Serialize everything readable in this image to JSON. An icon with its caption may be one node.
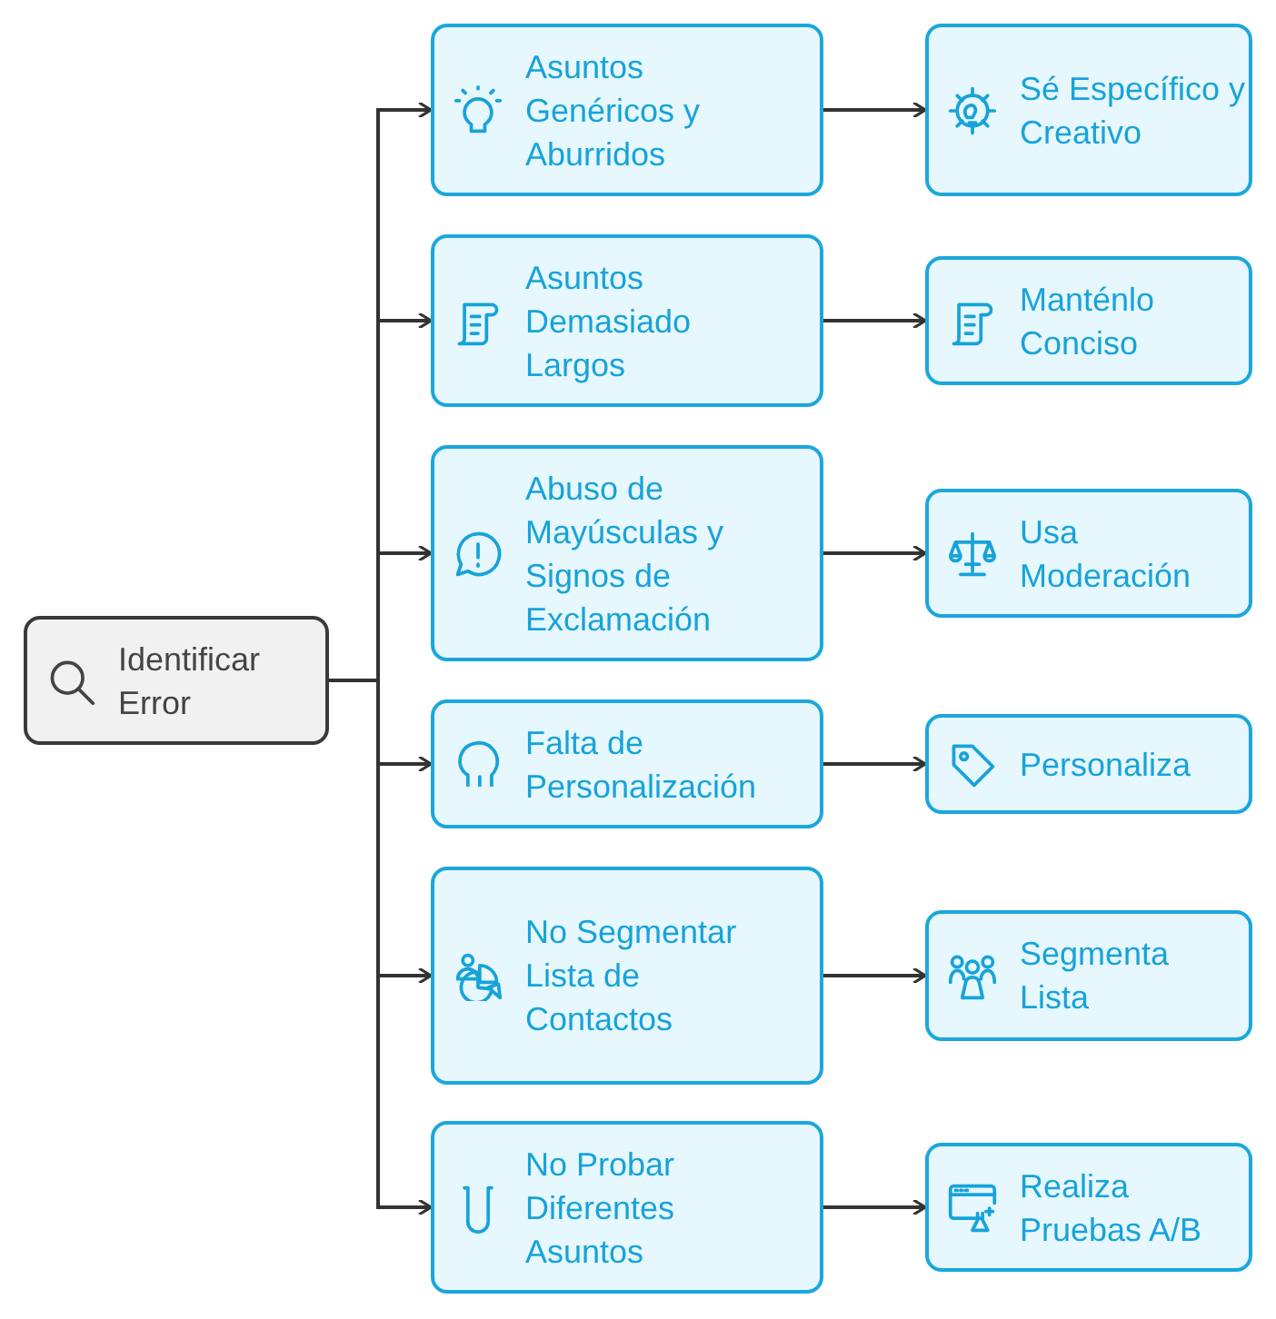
{
  "diagram": {
    "nodes": [
      {
        "text": [
          "Identificar Error"
        ]
      },
      {
        "text": [
          "Asuntos Genéricos y Aburridos"
        ]
      },
      {
        "text": [
          "Sé Específico y Creativo"
        ]
      },
      {
        "text": [
          "Asuntos Demasiado Largos"
        ]
      },
      {
        "text": [
          "Manténlo Conciso"
        ]
      },
      {
        "text": [
          "Abuso de Mayúsculas y Signos de Exclamación"
        ]
      },
      {
        "text": [
          "Usa Moderación"
        ]
      },
      {
        "text": [
          "Falta de Personalización"
        ]
      },
      {
        "text": [
          "Personaliza"
        ]
      },
      {
        "text": [
          "No Segmentar Lista de Contactos"
        ]
      },
      {
        "text": [
          "Segmenta Lista"
        ]
      },
      {
        "text": [
          "No Probar Diferentes Asuntos"
        ]
      },
      {
        "text": [
          "Realiza Pruebas A/B"
        ]
      }
    ],
    "edges": [
      {
        "from": 0,
        "to": 1,
        "arrow": "to"
      },
      {
        "from": 0,
        "to": 3,
        "arrow": "to"
      },
      {
        "from": 0,
        "to": 5,
        "arrow": "to"
      },
      {
        "from": 0,
        "to": 7,
        "arrow": "to"
      },
      {
        "from": 0,
        "to": 9,
        "arrow": "to"
      },
      {
        "from": 0,
        "to": 11,
        "arrow": "to"
      },
      {
        "from": 1,
        "to": 2,
        "arrow": "to"
      },
      {
        "from": 3,
        "to": 4,
        "arrow": "to"
      },
      {
        "from": 5,
        "to": 6,
        "arrow": "to"
      },
      {
        "from": 7,
        "to": 8,
        "arrow": "to"
      },
      {
        "from": 9,
        "to": 10,
        "arrow": "to"
      },
      {
        "from": 11,
        "to": 12,
        "arrow": "to"
      }
    ]
  }
}
